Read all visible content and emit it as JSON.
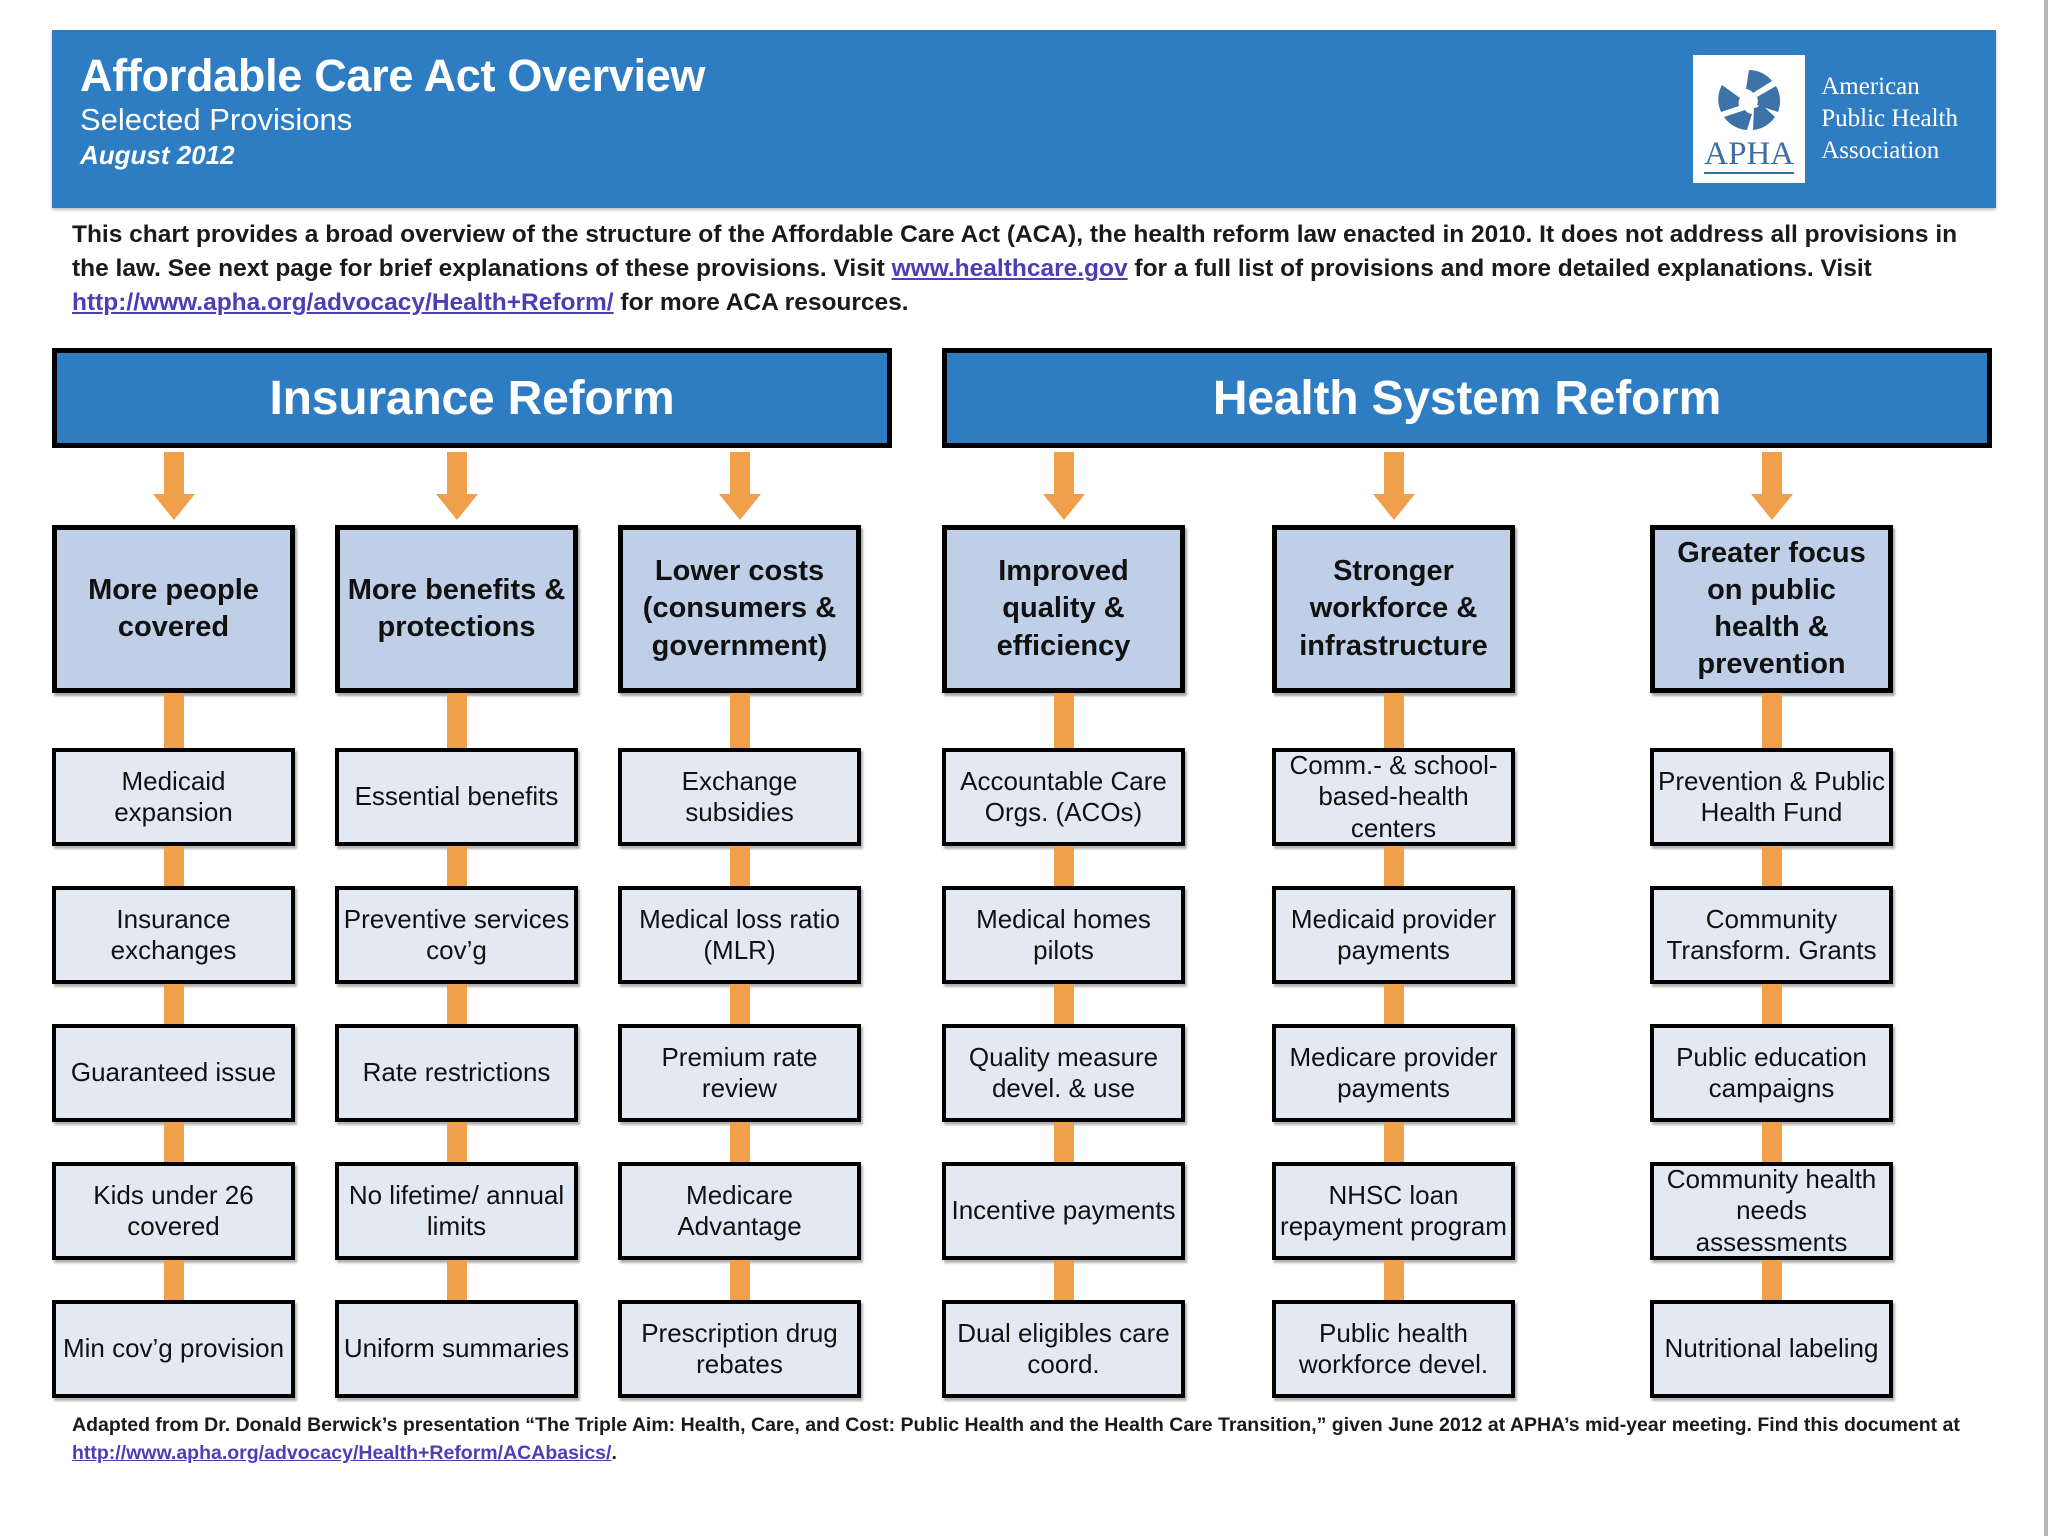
{
  "header": {
    "title": "Affordable Care Act Overview",
    "subtitle": "Selected Provisions",
    "date": "August 2012",
    "logo": {
      "acronym": "APHA",
      "line1": "American",
      "line2": "Public Health",
      "line3": "Association"
    },
    "band_color": "#2E7CC1"
  },
  "intro": {
    "part1": "This chart provides a broad overview of the structure of the Affordable Care Act (ACA), the health reform law enacted in 2010. It does not address all provisions in the law. See next page for brief explanations of these provisions. Visit ",
    "link1": "www.healthcare.gov",
    "part2": " for a full list of provisions and more detailed explanations. Visit ",
    "link2": "http://www.apha.org/advocacy/Health+Reform/",
    "part3": " for more ACA resources."
  },
  "sections": [
    {
      "id": "insurance-reform",
      "title": "Insurance Reform"
    },
    {
      "id": "health-system-reform",
      "title": "Health System Reform"
    }
  ],
  "columns": [
    {
      "goal": "More people covered",
      "provisions": [
        "Medicaid expansion",
        "Insurance exchanges",
        "Guaranteed issue",
        "Kids under 26 covered",
        "Min cov’g provision"
      ]
    },
    {
      "goal": "More benefits & protections",
      "provisions": [
        "Essential benefits",
        "Preventive services cov’g",
        "Rate restrictions",
        "No lifetime/ annual limits",
        "Uniform summaries"
      ]
    },
    {
      "goal": "Lower costs (consumers & government)",
      "provisions": [
        "Exchange subsidies",
        "Medical loss ratio (MLR)",
        "Premium rate review",
        "Medicare Advantage",
        "Prescription drug rebates"
      ]
    },
    {
      "goal": "Improved quality & efficiency",
      "provisions": [
        "Accountable Care Orgs. (ACOs)",
        "Medical homes pilots",
        "Quality measure devel. & use",
        "Incentive payments",
        "Dual eligibles care coord."
      ]
    },
    {
      "goal": "Stronger workforce & infrastructure",
      "provisions": [
        "Comm.-  & school-based-health centers",
        "Medicaid provider payments",
        "Medicare provider payments",
        "NHSC loan repayment program",
        "Public health workforce devel."
      ]
    },
    {
      "goal": "Greater focus on public health & prevention",
      "provisions": [
        "Prevention & Public Health Fund",
        "Community Transform. Grants",
        "Public education campaigns",
        "Community health needs assessments",
        "Nutritional labeling"
      ]
    }
  ],
  "footer": {
    "part1": "Adapted from Dr. Donald Berwick’s presentation “The Triple Aim: Health, Care, and Cost: Public Health and the Health Care Transition,” given June 2012 at APHA’s mid-year meeting. Find this document at ",
    "link": "http://www.apha.org/advocacy/Health+Reform/ACAbasics/",
    "part2": "."
  },
  "colors": {
    "brand_blue": "#2E7CC1",
    "arrow_orange": "#F0A04B",
    "goal_fill": "#BFCFE7",
    "provision_fill": "#E3E9F2",
    "link": "#4b3fb5"
  }
}
